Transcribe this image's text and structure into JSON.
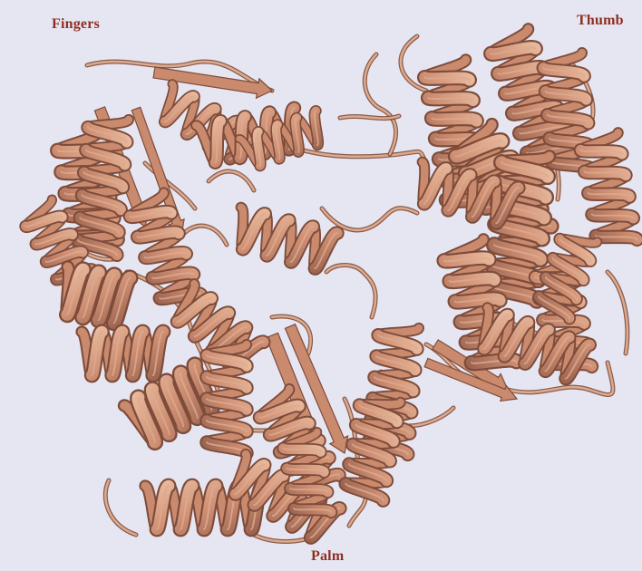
{
  "labels": {
    "fingers": "Fingers",
    "thumb": "Thumb",
    "palm": "Palm"
  },
  "colors": {
    "background": "#e6e6f3",
    "ribbon_light": "#deaa8e",
    "ribbon_mid": "#c98a6e",
    "ribbon_dark": "#7e4c3a",
    "label": "#8e2f1f"
  },
  "image": {
    "subject": "protein-ribbon-structure",
    "domains": [
      "fingers",
      "thumb",
      "palm"
    ]
  }
}
